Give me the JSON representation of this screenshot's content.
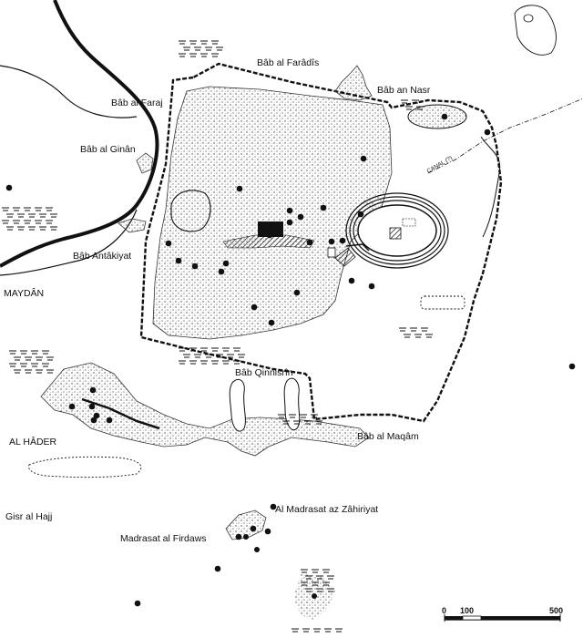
{
  "labels": {
    "bab_al_faradis": "Bâb al Farâdîs",
    "bab_an_nasr": "Bâb an Nasr",
    "bab_al_faraj": "Bâb al Faraj",
    "bab_al_ginan": "Bâb al Ginân",
    "bab_antakiyat": "Bâb Antâkiyat",
    "maydan": "MAYDÂN",
    "bab_qinnisrin": "Bâb Qinnisrîn",
    "bab_al_maqam": "Bâb al Maqâm",
    "al_hader": "AL HÂDER",
    "gisr_al_hajj": "Gisr al Hajj",
    "al_madrasat_az_zahiriyat": "Al Madrasat az Zâhiriyat",
    "madrasat_al_firdaws": "Madrasat al Firdaws",
    "canal_label": "CANAL (?)"
  },
  "scale": {
    "ticks": [
      "0",
      "100",
      "500"
    ]
  },
  "colors": {
    "ink": "#111111",
    "stipple": "#555555",
    "paper": "#ffffff"
  }
}
